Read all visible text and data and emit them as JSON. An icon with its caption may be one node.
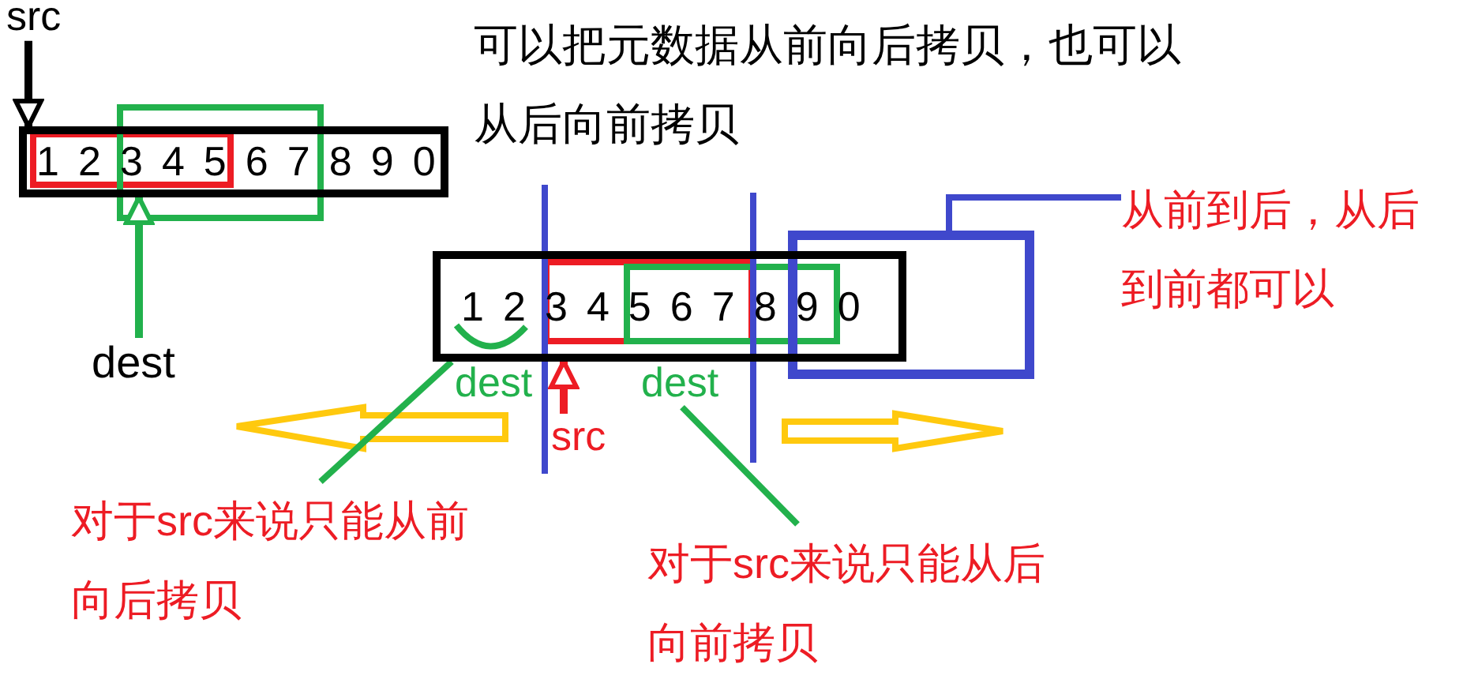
{
  "diagram": {
    "nodes": [
      {
        "text": [
          "src"
        ]
      },
      {
        "text": [
          "1 2 3 4 5 6 7 8 9 0"
        ]
      },
      {
        "text": [
          "dest"
        ]
      },
      {
        "text": [
          "1 2 3 4 5 6 7 8 9 0"
        ]
      },
      {
        "text": [
          "dest"
        ]
      },
      {
        "text": [
          "src"
        ]
      },
      {
        "text": [
          "dest"
        ]
      },
      {
        "text": [],
        "shape": "box"
      },
      {
        "text": [
          "从前到后，从后到前都可以"
        ]
      },
      {
        "text": [
          "对于src来说只能从前向后拷贝"
        ]
      },
      {
        "text": [
          "对于src来说只能从后向前拷贝"
        ]
      }
    ],
    "edges": [
      {
        "from": 0,
        "to": 1,
        "arrow": "to",
        "color": "#000000"
      },
      {
        "from": 2,
        "to": 1,
        "arrow": "to"
      },
      {
        "from": 5,
        "to": 3,
        "arrow": "to",
        "color": "#ed1c24"
      },
      {
        "from": 9,
        "to": 3,
        "arrow": "none"
      },
      {
        "from": 10,
        "to": 6,
        "arrow": "none"
      },
      {
        "from": 8,
        "to": 7,
        "arrow": "none",
        "color": "#3f48cc"
      }
    ],
    "labels": [
      "可以把元数据从前向后拷贝，也可以从后向前拷贝"
    ]
  }
}
